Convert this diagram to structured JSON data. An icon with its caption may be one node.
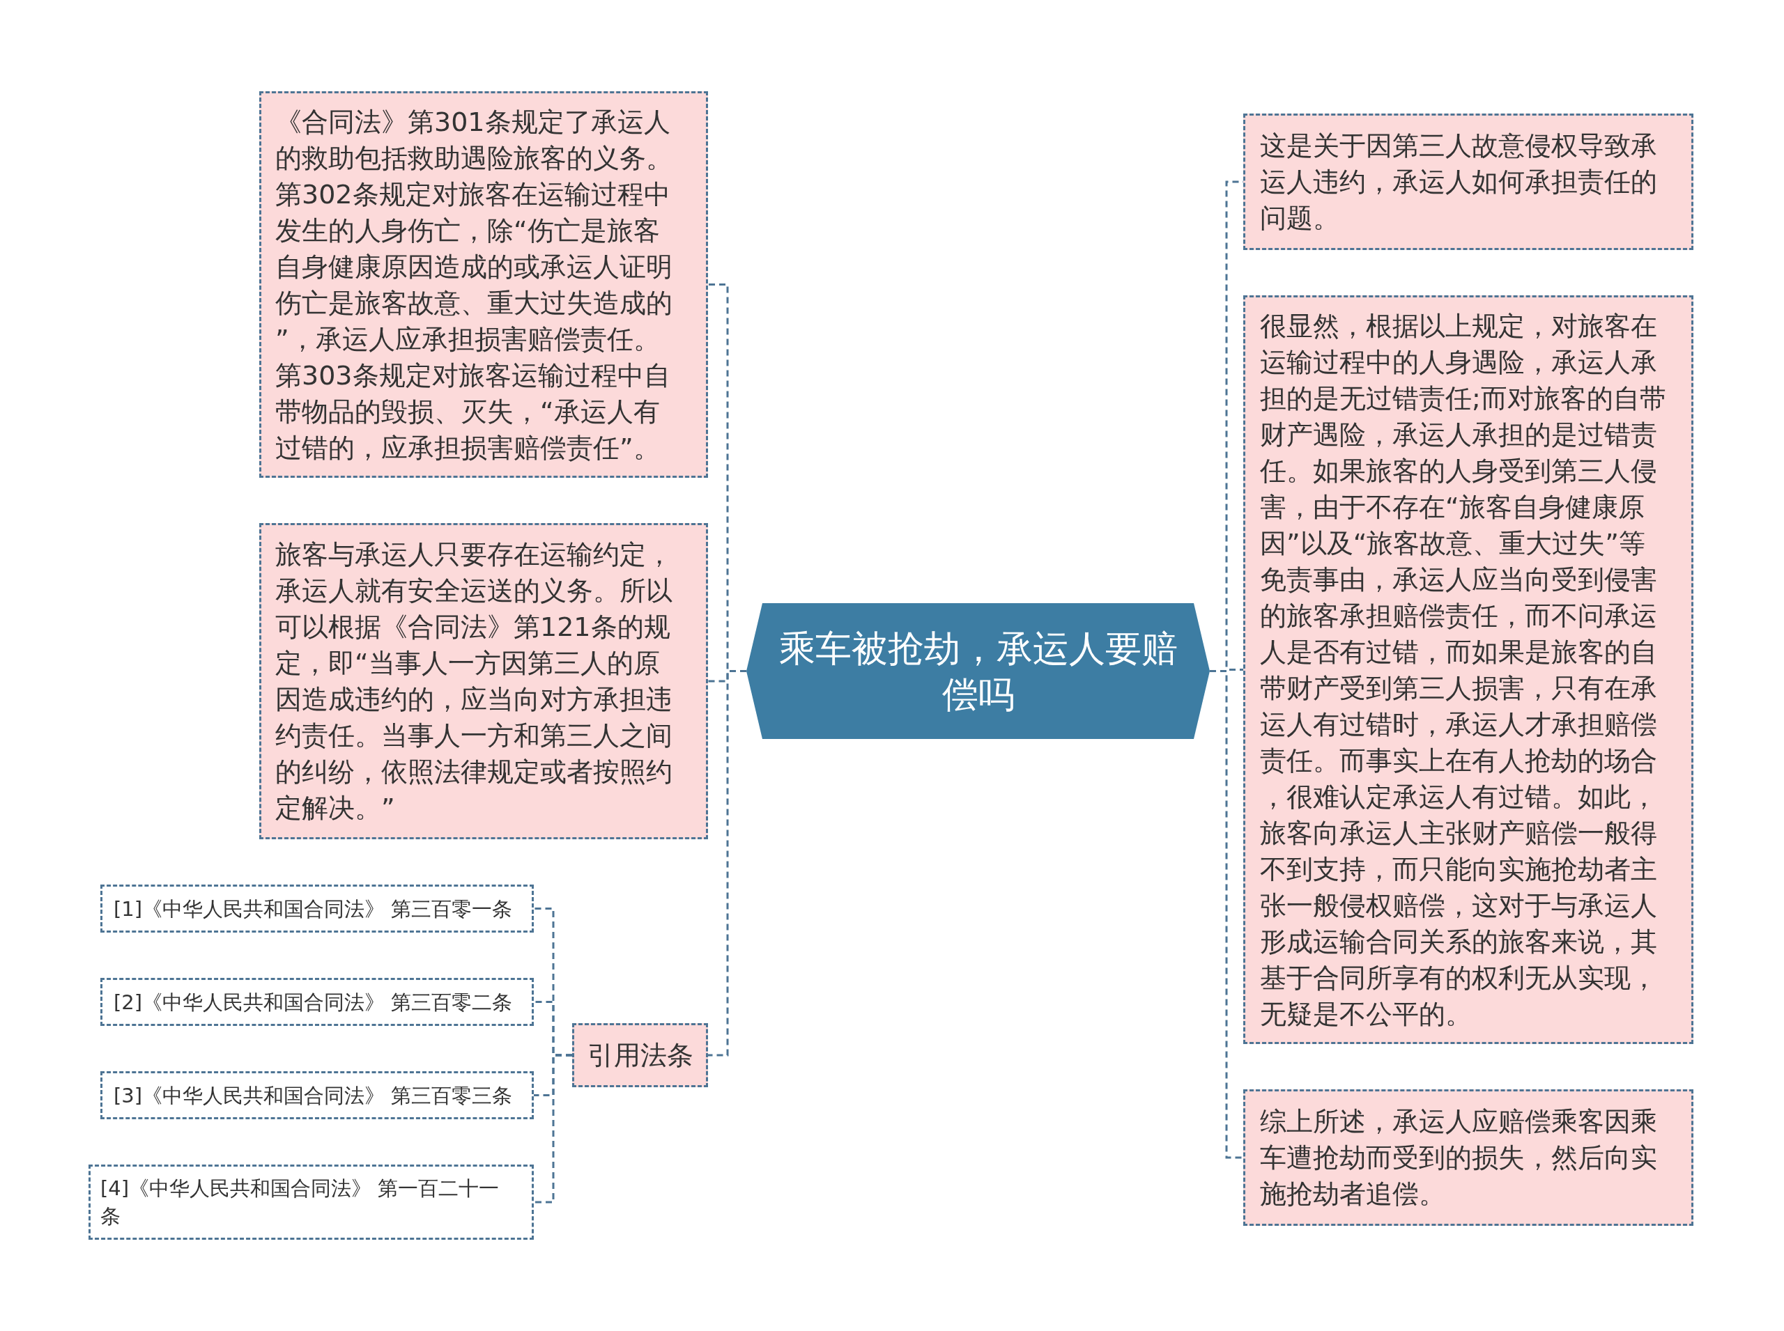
{
  "diagram": {
    "nodes": [
      {
        "text": [
          "乘车被抢劫，承运人要赔偿吗"
        ]
      },
      {
        "text": [
          "《合同法》第301条规定了承运人的救助包括救助遇险旅客的义务。第302条规定对旅客在运输过程中发生的人身伤亡，除“伤亡是旅客自身健康原因造成的或承运人证明伤亡是旅客故意、重大过失造成的”，承运人应承担损害赔偿责任。第303条规定对旅客运输过程中自带物品的毁损、灭失，“承运人有过错的，应承担损害赔偿责任”。"
        ]
      },
      {
        "text": [
          "旅客与承运人只要存在运输约定，承运人就有安全运送的义务。所以可以根据《合同法》第121条的规定，即“当事人一方因第三人的原因造成违约的，应当向对方承担违约责任。当事人一方和第三人之间的纠纷，依照法律规定或者按照约定解决。”"
        ]
      },
      {
        "text": [
          "引用法条"
        ]
      },
      {
        "text": [
          "[1]《中华人民共和国合同法》 第三百零一条"
        ]
      },
      {
        "text": [
          "[2]《中华人民共和国合同法》 第三百零二条"
        ]
      },
      {
        "text": [
          "[3]《中华人民共和国合同法》 第三百零三条"
        ]
      },
      {
        "text": [
          "[4]《中华人民共和国合同法》 第一百二十一条"
        ]
      },
      {
        "text": [
          "这是关于因第三人故意侵权导致承运人违约，承运人如何承担责任的问题。"
        ]
      },
      {
        "text": [
          "很显然，根据以上规定，对旅客在运输过程中的人身遇险，承运人承担的是无过错责任;而对旅客的自带财产遇险，承运人承担的是过错责任。如果旅客的人身受到第三人侵害，由于不存在“旅客自身健康原因”以及“旅客故意、重大过失”等免责事由，承运人应当向受到侵害的旅客承担赔偿责任，而不问承运人是否有过错，而如果是旅客的自带财产受到第三人损害，只有在承运人有过错时，承运人才承担赔偿责任。而事实上在有人抢劫的场合，很难认定承运人有过错。如此，旅客向承运人主张财产赔偿一般得不到支持，而只能向实施抢劫者主张一般侵权赔偿，这对于与承运人形成运输合同关系的旅客来说，其基于合同所享有的权利无从实现，无疑是不公平的。"
        ]
      },
      {
        "text": [
          "综上所述，承运人应赔偿乘客因乘车遭抢劫而受到的损失，然后向实施抢劫者追偿。"
        ]
      }
    ],
    "edges": [
      {
        "from": 0,
        "to": 1,
        "arrow": "none",
        "style": "dashed"
      },
      {
        "from": 0,
        "to": 2,
        "arrow": "none",
        "style": "dashed"
      },
      {
        "from": 0,
        "to": 3,
        "arrow": "none",
        "style": "dashed"
      },
      {
        "from": 3,
        "to": 4,
        "arrow": "none",
        "style": "dashed"
      },
      {
        "from": 3,
        "to": 5,
        "arrow": "none",
        "style": "dashed"
      },
      {
        "from": 3,
        "to": 6,
        "arrow": "none",
        "style": "dashed"
      },
      {
        "from": 3,
        "to": 7,
        "arrow": "none",
        "style": "dashed"
      },
      {
        "from": 0,
        "to": 8,
        "arrow": "none",
        "style": "dashed"
      },
      {
        "from": 0,
        "to": 9,
        "arrow": "none",
        "style": "dashed"
      },
      {
        "from": 0,
        "to": 10,
        "arrow": "none",
        "style": "dashed"
      }
    ]
  }
}
